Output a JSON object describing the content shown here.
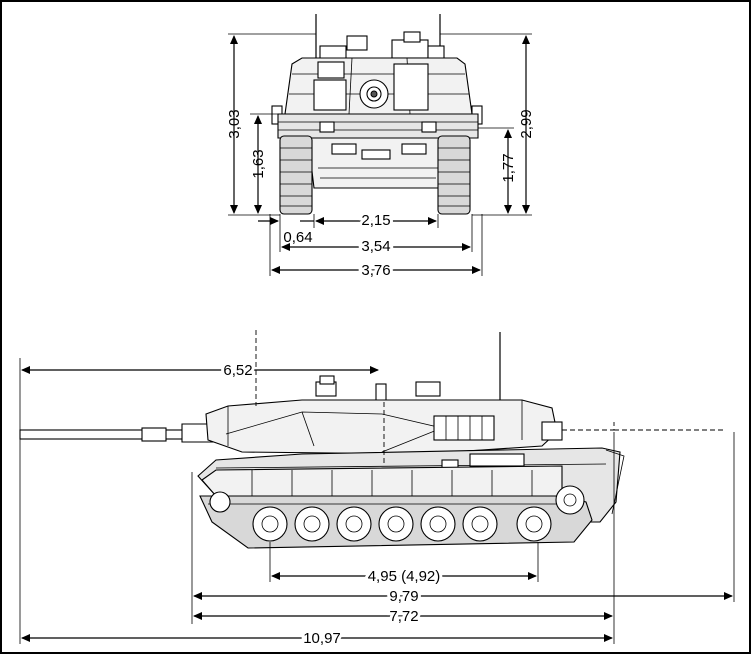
{
  "front_view": {
    "dim_height_total_left": "3,03",
    "dim_hull_height_left": "1,63",
    "dim_height_total_right": "2,99",
    "dim_hull_height_right": "1,77",
    "dim_track_gap": "2,15",
    "dim_track_width": "0,64",
    "dim_track_outer": "3,54",
    "dim_overall_width": "3,76"
  },
  "side_view": {
    "dim_gun_overhang": "6,52",
    "dim_ground_contact": "4,95 (4,92)",
    "dim_length_turret_rear": "9,79",
    "dim_hull_length": "7,72",
    "dim_length_gun_forward": "10,97"
  }
}
